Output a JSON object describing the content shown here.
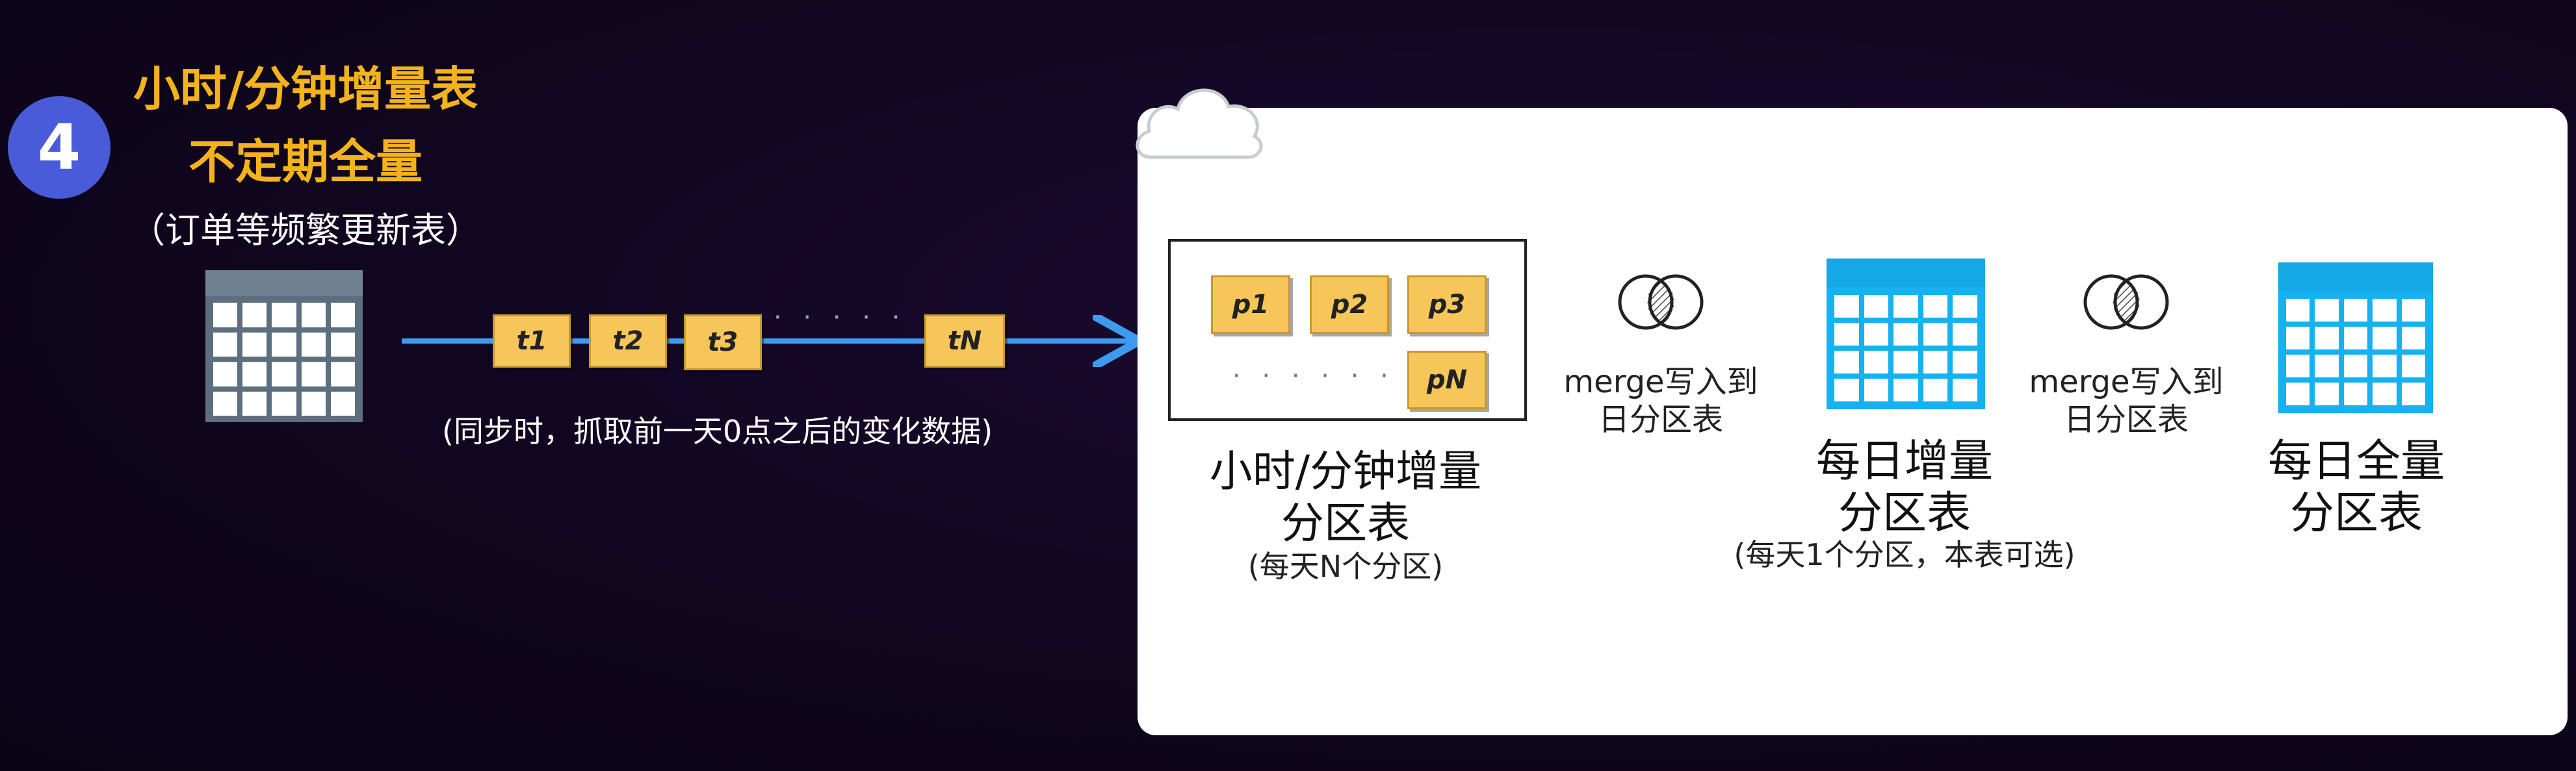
{
  "step": {
    "number": "4",
    "title_line1": "小时/分钟增量表",
    "title_line2": "不定期全量",
    "subtitle": "（订单等频繁更新表）"
  },
  "stream": {
    "chips": [
      "t1",
      "t2",
      "t3",
      "tN"
    ],
    "dots": "· · · · · · ·",
    "sync_note": "(同步时，抓取前一天0点之后的变化数据)"
  },
  "partitions": {
    "chips": [
      "p1",
      "p2",
      "p3",
      "pN"
    ],
    "dots": "· · · · · · ·",
    "title_line1": "小时/分钟增量",
    "title_line2": "分区表",
    "note": "(每天N个分区)"
  },
  "merge1": {
    "line1": "merge写入到",
    "line2": "日分区表"
  },
  "daily_incr": {
    "title_line1": "每日增量",
    "title_line2": "分区表",
    "note": "(每天1个分区，本表可选)"
  },
  "merge2": {
    "line1": "merge写入到",
    "line2": "日分区表"
  },
  "daily_full": {
    "title_line1": "每日全量",
    "title_line2": "分区表"
  },
  "colors": {
    "accent_title": "#f5b31b",
    "badge": "#4a5bd9",
    "arrow_blue": "#3d9bf0",
    "table_blue": "#15b1f0",
    "chip_yellow": "#f7c65a"
  }
}
